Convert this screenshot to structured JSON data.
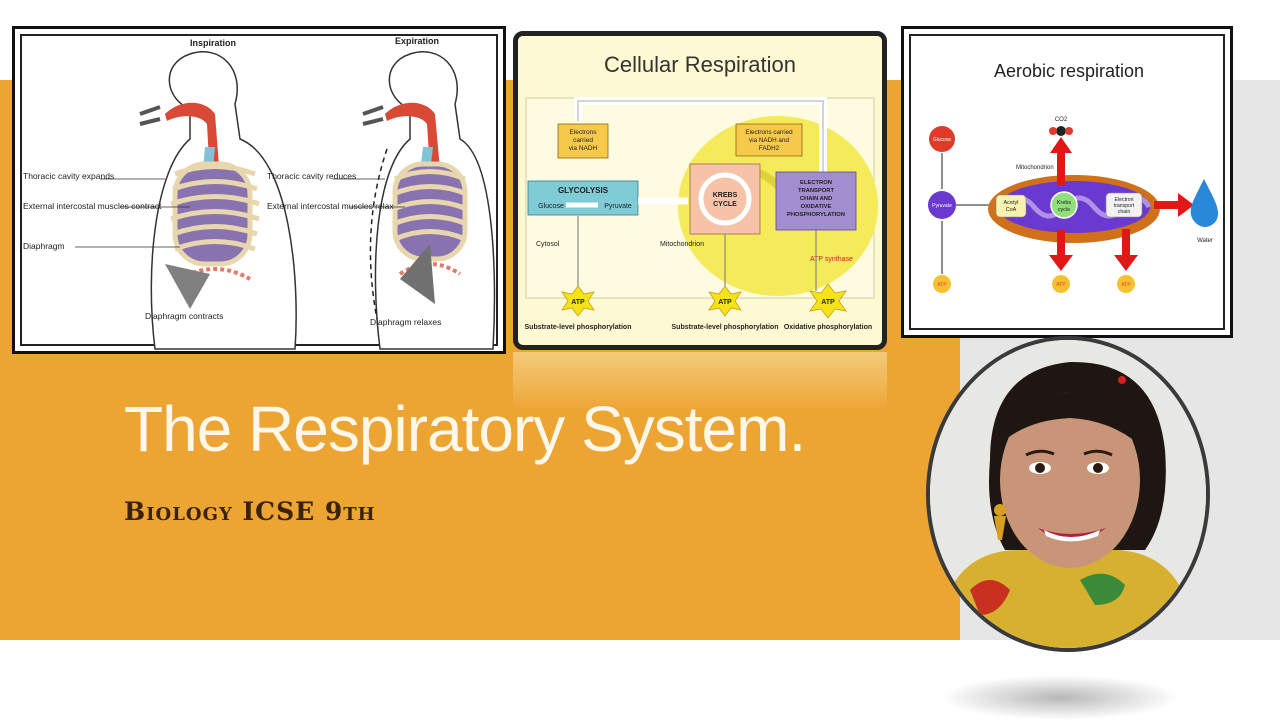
{
  "slide": {
    "title": "The Respiratory System.",
    "subtitle": "Biology ICSE 9th"
  },
  "colors": {
    "orange_band": "#eca433",
    "gray_band": "#e6e6e6",
    "title_text": "#fff8ea",
    "subtitle_text": "#3a2206"
  },
  "breathing_diagram": {
    "inspiration_title": "Inspiration",
    "expiration_title": "Expiration",
    "inspiration_labels": [
      "Thoracic cavity expands",
      "External intercostal muscles contract",
      "Diaphragm",
      "Diaphragm contracts"
    ],
    "expiration_labels": [
      "Thoracic cavity reduces",
      "External intercostal muscles relax",
      "Diaphragm relaxes"
    ]
  },
  "cellular_respiration": {
    "title": "Cellular Respiration",
    "nadh_box": "Electrons carried via NADH",
    "nadh_fadh_box": "Electrons carried via NADH and FADH2",
    "glycolysis": "GLYCOLYSIS",
    "glucose": "Glucose",
    "pyruvate": "Pyruvate",
    "krebs": "KREBS CYCLE",
    "etc": "ELECTRON TRANSPORT CHAIN AND OXIDATIVE PHOSPHORYLATION",
    "cytosol": "Cytosol",
    "mitochondrion": "Mitochondrion",
    "atp_synthase": "ATP synthase",
    "atp": "ATP",
    "outputs": [
      "Substrate-level phosphorylation",
      "Substrate-level phosphorylation",
      "Oxidative phosphorylation"
    ]
  },
  "aerobic_respiration": {
    "title": "Aerobic respiration",
    "glucose": "Glucose",
    "pyruvate": "Pyruvate",
    "co2": "CO2",
    "mitochondrion": "Mitochondrion",
    "acetyl_coa": "Acetyl CoA",
    "krebs": "Krebs cycle",
    "etc": "Electron transport chain",
    "water": "Water",
    "atp": "ATP"
  }
}
